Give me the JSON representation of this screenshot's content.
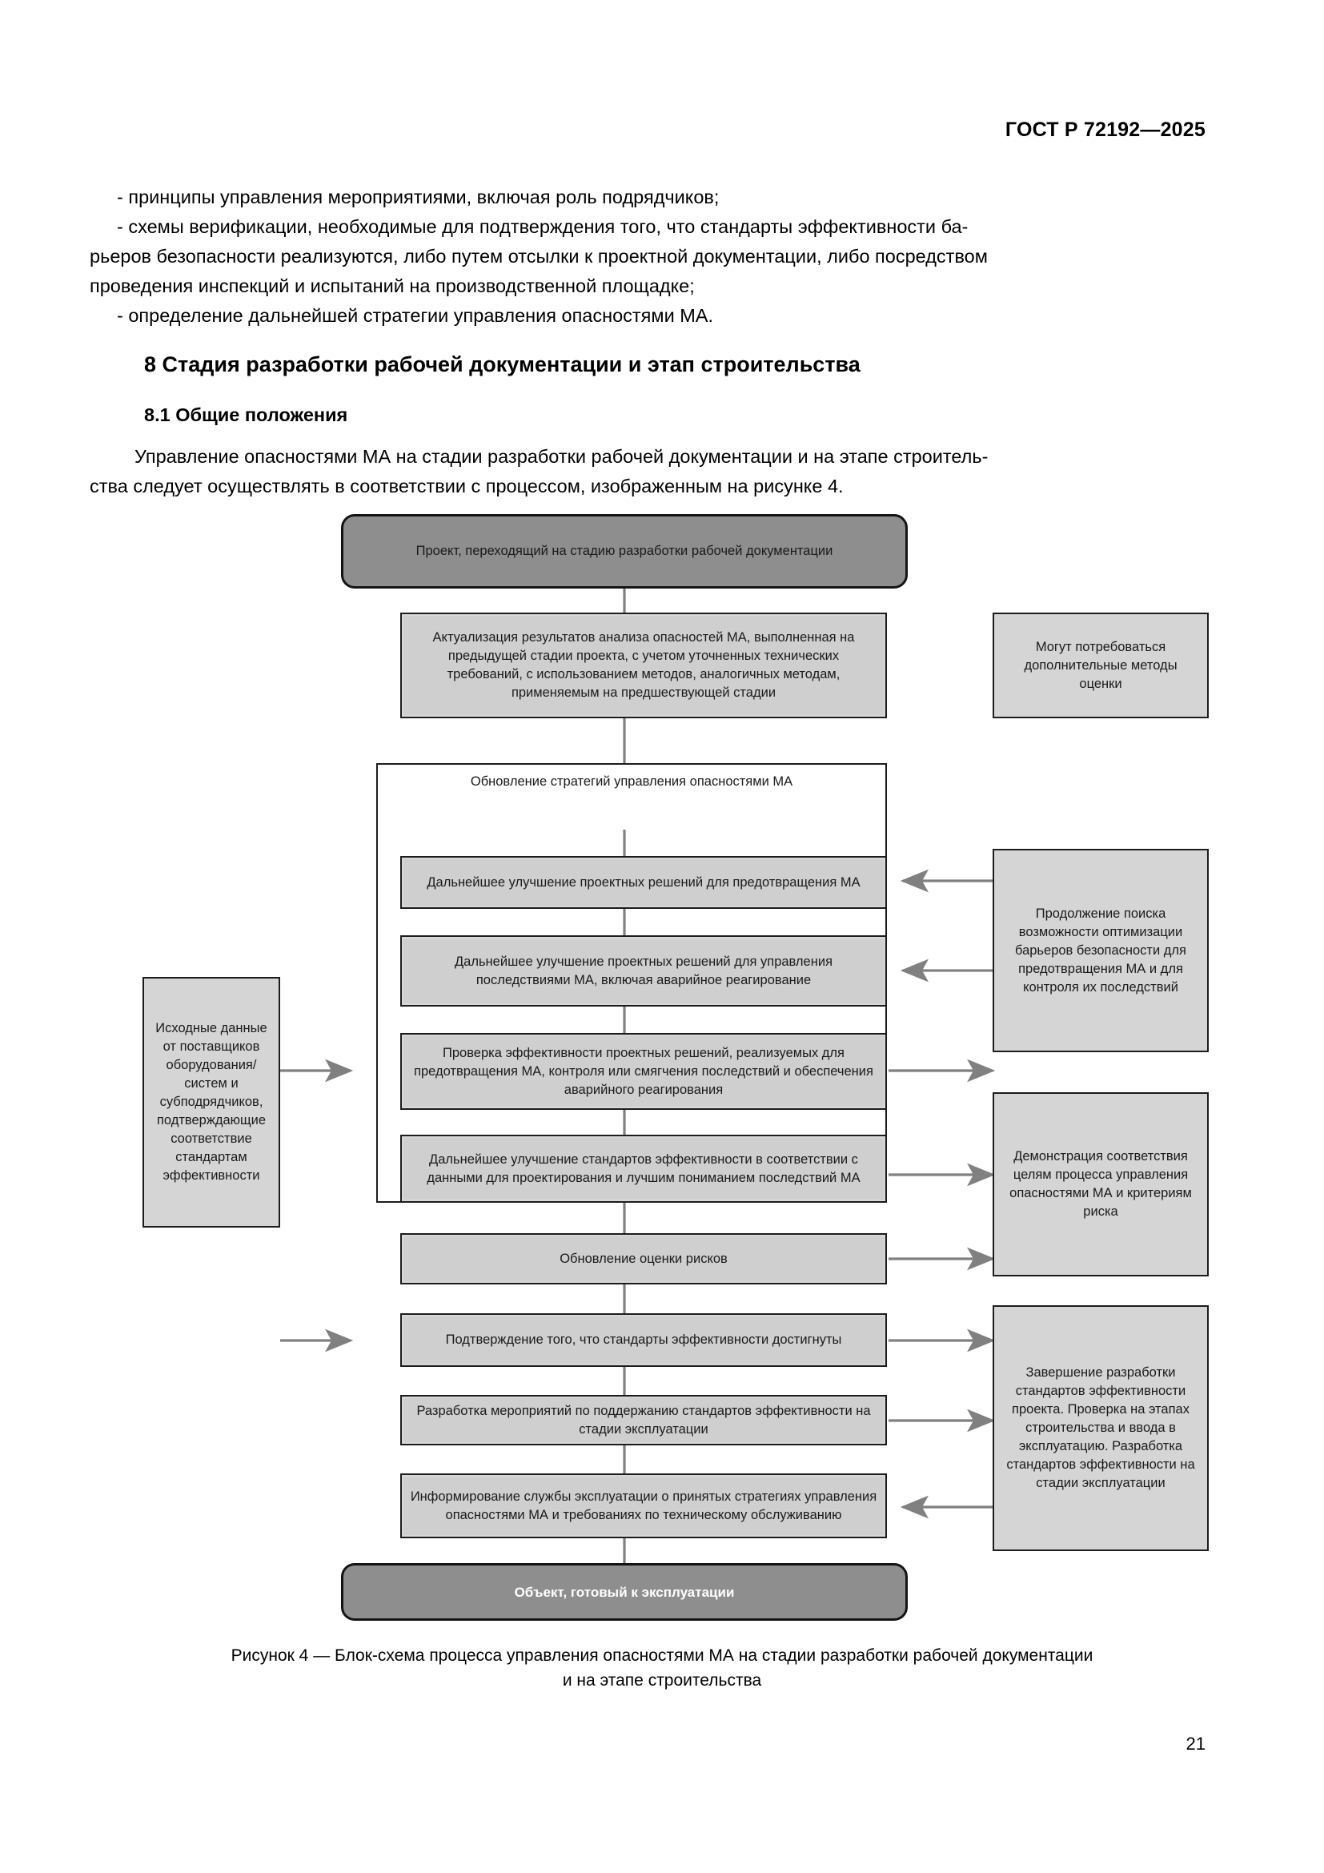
{
  "header": {
    "standard_id": "ГОСТ Р 72192—2025"
  },
  "body": {
    "bullets": [
      "- принципы управления мероприятиями, включая роль подрядчиков;",
      "- схемы верификации, необходимые для подтверждения того, что стандарты эффективности ба-",
      "рьеров безопасности реализуются, либо путем отсылки к проектной документации, либо посредством",
      "проведения инспекций и испытаний на производственной площадке;",
      "- определение дальнейшей стратегии управления опасностями МА."
    ],
    "section_heading": "8  Стадия разработки рабочей документации и этап строительства",
    "subsection_heading": "8.1  Общие положения",
    "intro_lines": [
      "Управление опасностями МА на стадии разработки рабочей документации и на этапе строитель-",
      "ства следует осуществлять в соответствии с процессом, изображенным на рисунке 4."
    ]
  },
  "flowchart": {
    "start": "Проект, переходящий на стадию разработки рабочей документации",
    "end": "Объект, готовый к эксплуатации",
    "group_title": "Обновление стратегий управления опасностями МА",
    "nodes": {
      "update_hazard_analysis": "Актуализация результатов анализа опасностей МА, выполненная на предыдущей стадии проекта, с учетом уточненных технических требований, с использованием методов, аналогичных методам, применяемым на предшествующей стадии",
      "additional_methods": "Могут потребоваться дополнительные методы оценки",
      "improve_prevention": "Дальнейшее улучшение проектных решений для предотвращения МА",
      "improve_consequences": "Дальнейшее улучшение проектных решений для управления последствиями МА, включая аварийное реагирование",
      "verify_effectiveness": "Проверка эффективности проектных решений, реализуемых для предотвращения МА, контроля или смягчения последствий и обеспечения аварийного реагирования",
      "improve_standards": "Дальнейшее улучшение стандартов эффективности в соответствии с данными для проектирования и лучшим пониманием последствий МА",
      "continue_optimization": "Продолжение поиска возможности оптимизации барьеров безопасности для предотвращения МА и для контроля их последствий",
      "supplier_input": "Исходные данные от поставщиков оборудования/систем и субподрядчиков, подтверждающие соответствие стандартам эффективности",
      "update_risk_assessment": "Обновление оценки рисков",
      "demonstrate_conformance": "Демонстрация соответствия целям процесса управления опасностями МА и критериям риска",
      "confirm_standards_met": "Подтверждение того, что стандарты эффективности достигнуты",
      "develop_maintenance": "Разработка мероприятий по поддержанию стандартов эффективности на стадии эксплуатации",
      "inform_operations": "Информирование службы эксплуатации о принятых стратегиях управления опасностями МА и требованиях по техническому обслуживанию",
      "completion": "Завершение разработки стандартов эффективности проекта. Проверка на этапах строительства и ввода в эксплуатацию. Разработка стандартов эффективности на стадии эксплуатации"
    }
  },
  "caption": {
    "line1": "Рисунок 4 — Блок-схема процесса управления опасностями МА на стадии разработки рабочей документации",
    "line2": "и  на  этапе строительства"
  },
  "footer": {
    "page_number": "21"
  },
  "colors": {
    "node_fill": "#cfcfcf",
    "side_fill": "#d5d5d5",
    "terminator_fill": "#8e8e8e",
    "stroke": "#1c1c1c",
    "connector": "#808080"
  }
}
